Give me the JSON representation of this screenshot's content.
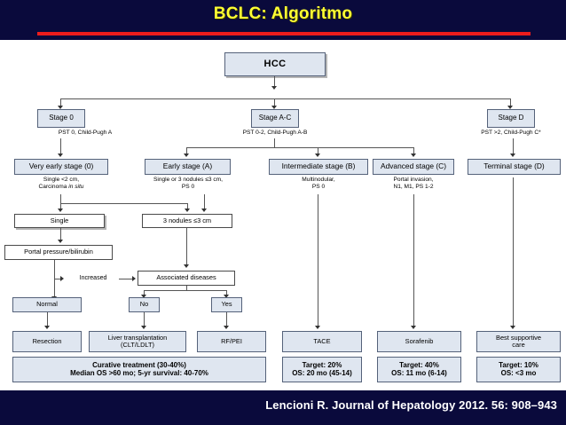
{
  "slide": {
    "title": "BCLC: Algoritmo",
    "citation": "Lencioni R. Journal of Hepatology 2012. 56: 908–943",
    "colors": {
      "background": "#0a0a3c",
      "title_text": "#ffff33",
      "rule": "#ee1c1c",
      "canvas": "#ffffff",
      "box_fill": "#dfe6f0",
      "box_border": "#55627a",
      "citation_text": "#ffffff"
    }
  },
  "diagram": {
    "root": {
      "label": "HCC"
    },
    "stages": [
      {
        "label": "Stage 0",
        "caption": "PST 0, Child-Pugh A"
      },
      {
        "label": "Stage A-C",
        "caption": "PST 0-2, Child-Pugh A-B"
      },
      {
        "label": "Stage D",
        "caption": "PST >2, Child-Pugh C*"
      }
    ],
    "substages": [
      {
        "label": "Very early stage (0)",
        "caption_line1": "Single <2 cm,",
        "caption_line2": "Carcinoma in situ",
        "caption_italic": "in situ"
      },
      {
        "label": "Early stage (A)",
        "caption_line1": "Single or 3 nodules ≤3 cm,",
        "caption_line2": "PS 0"
      },
      {
        "label": "Intermediate stage (B)",
        "caption_line1": "Multinodular,",
        "caption_line2": "PS 0"
      },
      {
        "label": "Advanced stage (C)",
        "caption_line1": "Portal invasion,",
        "caption_line2": "N1, M1, PS 1-2"
      },
      {
        "label": "Terminal stage (D)",
        "caption_line1": "",
        "caption_line2": ""
      }
    ],
    "workup": {
      "single": "Single",
      "three_nodules": "3 nodules ≤3 cm",
      "portal_pressure": "Portal pressure/bilirubin",
      "increased": "Increased",
      "associated_diseases": "Associated diseases",
      "normal": "Normal",
      "no": "No",
      "yes": "Yes"
    },
    "treatments": [
      {
        "label_line1": "Resection",
        "label_line2": ""
      },
      {
        "label_line1": "Liver transplantation",
        "label_line2": "(CLT/LDLT)"
      },
      {
        "label_line1": "RF/PEI",
        "label_line2": ""
      },
      {
        "label_line1": "TACE",
        "label_line2": ""
      },
      {
        "label_line1": "Sorafenib",
        "label_line2": ""
      },
      {
        "label_line1": "Best supportive",
        "label_line2": "care"
      }
    ],
    "outcomes": [
      {
        "line1": "Curative treatment (30-40%)",
        "line2": "Median OS >60 mo; 5-yr survival: 40-70%"
      },
      {
        "line1": "Target: 20%",
        "line2": "OS: 20 mo (45-14)"
      },
      {
        "line1": "Target: 40%",
        "line2": "OS: 11 mo (6-14)"
      },
      {
        "line1": "Target: 10%",
        "line2": "OS: <3 mo"
      }
    ]
  }
}
